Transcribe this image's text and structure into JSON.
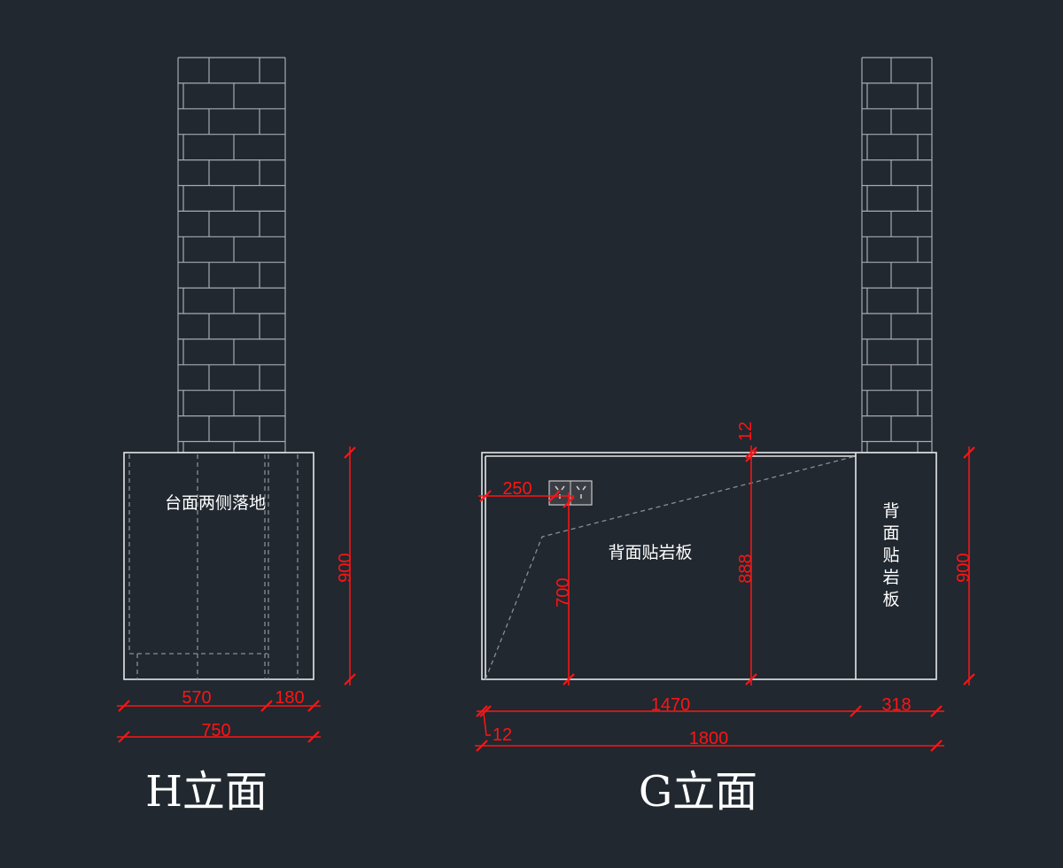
{
  "views": {
    "h": {
      "title": "H立面",
      "note": "台面两侧落地",
      "dims": {
        "height": "900",
        "w570": "570",
        "w180": "180",
        "total": "750"
      }
    },
    "g": {
      "title": "G立面",
      "note": "背面贴岩板",
      "side_note": [
        "背",
        "面",
        "贴",
        "岩",
        "板"
      ],
      "dims": {
        "height": "900",
        "d888": "888",
        "d700": "700",
        "d250": "250",
        "d12_top": "12",
        "d1470": "1470",
        "d318": "318",
        "d12_left": "12",
        "total": "1800"
      }
    }
  },
  "colors": {
    "background": "#212830",
    "linework": "#e6e6e6",
    "dimension": "#ff1414",
    "hidden_lines": "#8a8e94"
  },
  "icons": {
    "socket": "double-power-socket-icon",
    "brick_wall": "brick-pillar-icon"
  }
}
